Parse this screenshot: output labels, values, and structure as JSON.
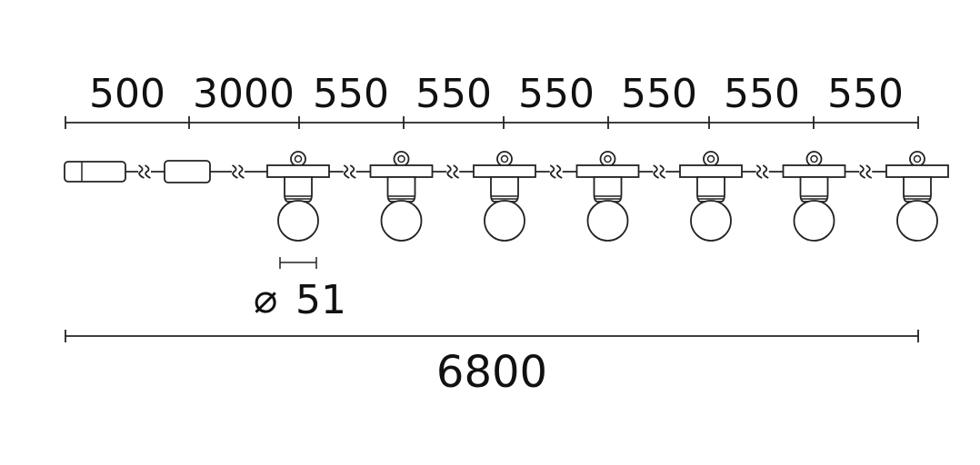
{
  "segments": [
    "500",
    "3000",
    "550",
    "550",
    "550",
    "550",
    "550",
    "550"
  ],
  "diameter_symbol": "⌀",
  "diameter_value": "51",
  "total_length": "6800",
  "bulb_count": 7,
  "colors": {
    "stroke": "#222222",
    "text": "#111111",
    "background": "#ffffff"
  }
}
